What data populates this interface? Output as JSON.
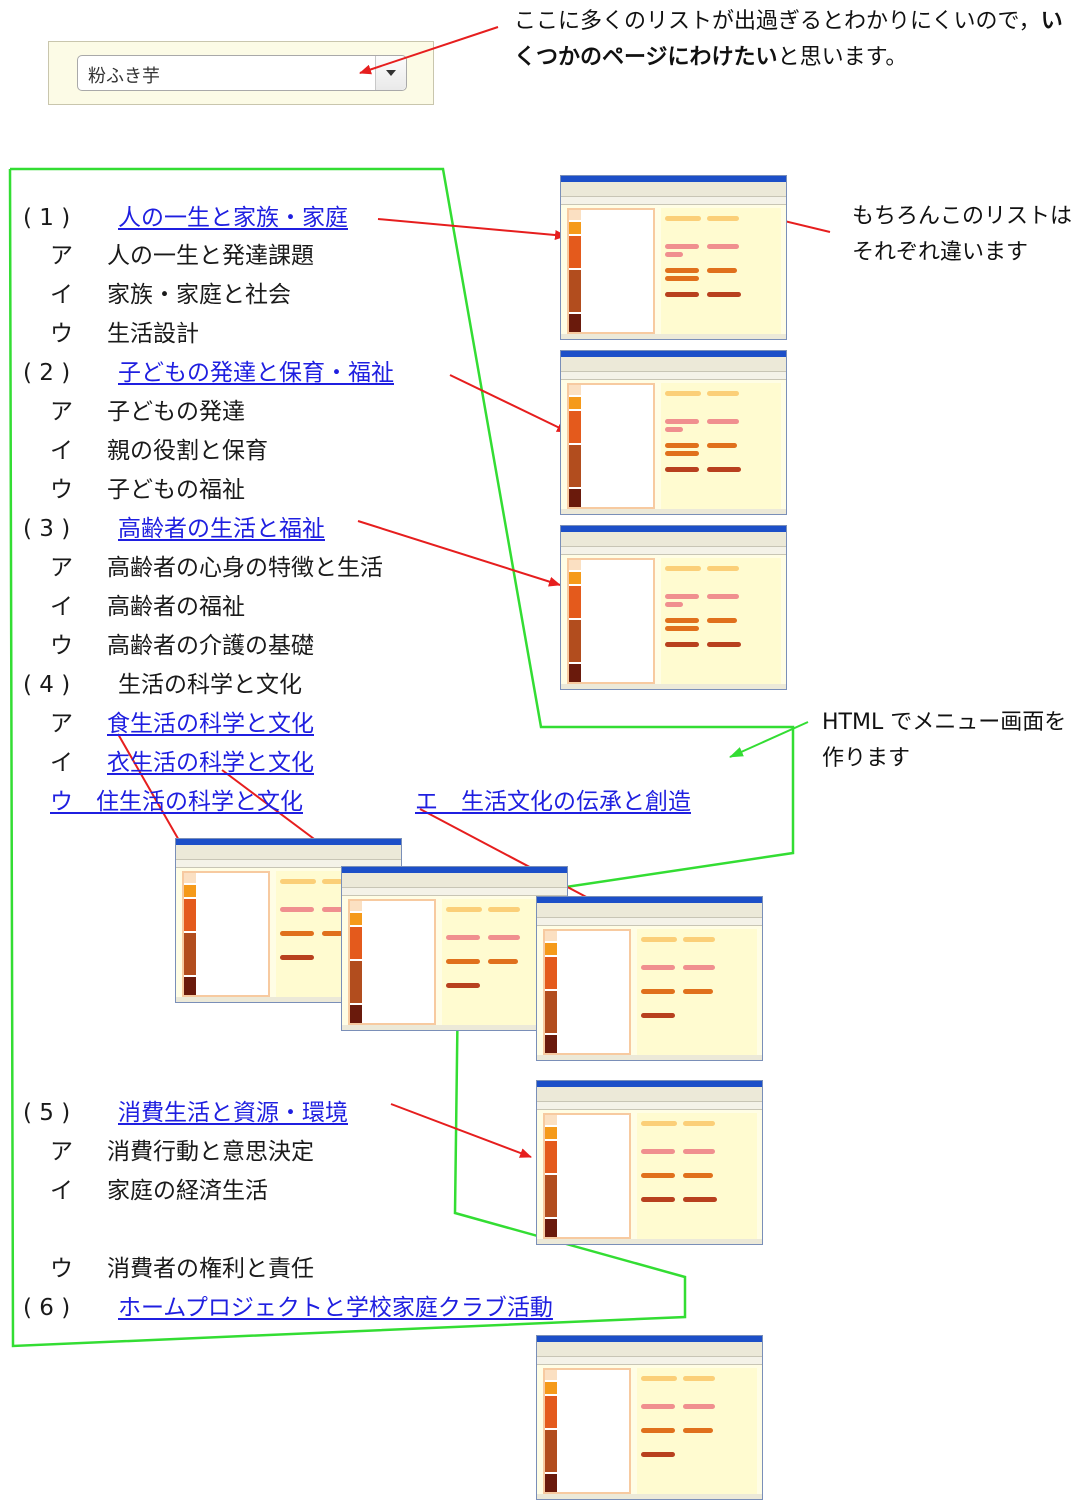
{
  "dropdown": {
    "value": "粉ふき芋"
  },
  "notes": {
    "top_prefix": "ここに多くのリストが出過ぎるとわかりにくいので，",
    "top_bold": "いくつかのページにわけたい",
    "top_suffix": "と思います。",
    "right": "もちろんこのリストはそれぞれ違います",
    "html": "HTML でメニュー画面を作ります"
  },
  "outline": {
    "s1": {
      "num": "( 1 )",
      "title": "人の一生と家族・家庭"
    },
    "s1_items": [
      {
        "k": "ア",
        "t": "人の一生と発達課題"
      },
      {
        "k": "イ",
        "t": "家族・家庭と社会"
      },
      {
        "k": "ウ",
        "t": "生活設計"
      }
    ],
    "s2": {
      "num": "( 2 )",
      "title": "子どもの発達と保育・福祉"
    },
    "s2_items": [
      {
        "k": "ア",
        "t": "子どもの発達"
      },
      {
        "k": "イ",
        "t": "親の役割と保育"
      },
      {
        "k": "ウ",
        "t": "子どもの福祉"
      }
    ],
    "s3": {
      "num": "( 3 )",
      "title": "高齢者の生活と福祉"
    },
    "s3_items": [
      {
        "k": "ア",
        "t": "高齢者の心身の特徴と生活"
      },
      {
        "k": "イ",
        "t": "高齢者の福祉"
      },
      {
        "k": "ウ",
        "t": "高齢者の介護の基礎"
      }
    ],
    "s4": {
      "num": "( 4 )",
      "title": "生活の科学と文化"
    },
    "s4_items": [
      {
        "k": "ア",
        "t": "食生活の科学と文化"
      },
      {
        "k": "イ",
        "t": "衣生活の科学と文化"
      }
    ],
    "s4_last": {
      "u": "ウ　住生活の科学と文化",
      "e": "エ　生活文化の伝承と創造"
    },
    "s5": {
      "num": "( 5 )",
      "title": "消費生活と資源・環境"
    },
    "s5_items": [
      {
        "k": "ア",
        "t": "消費行動と意思決定"
      },
      {
        "k": "イ",
        "t": "家庭の経済生活"
      },
      {
        "k": "ウ",
        "t": "消費者の権利と責任"
      }
    ],
    "s6": {
      "num": "( 6 )",
      "title": "ホームプロジェクトと学校家庭クラブ活動"
    }
  },
  "colors": {
    "link": "#1f1fe0",
    "arrow": "#e61e1e",
    "green_outline": "#33dd33"
  }
}
